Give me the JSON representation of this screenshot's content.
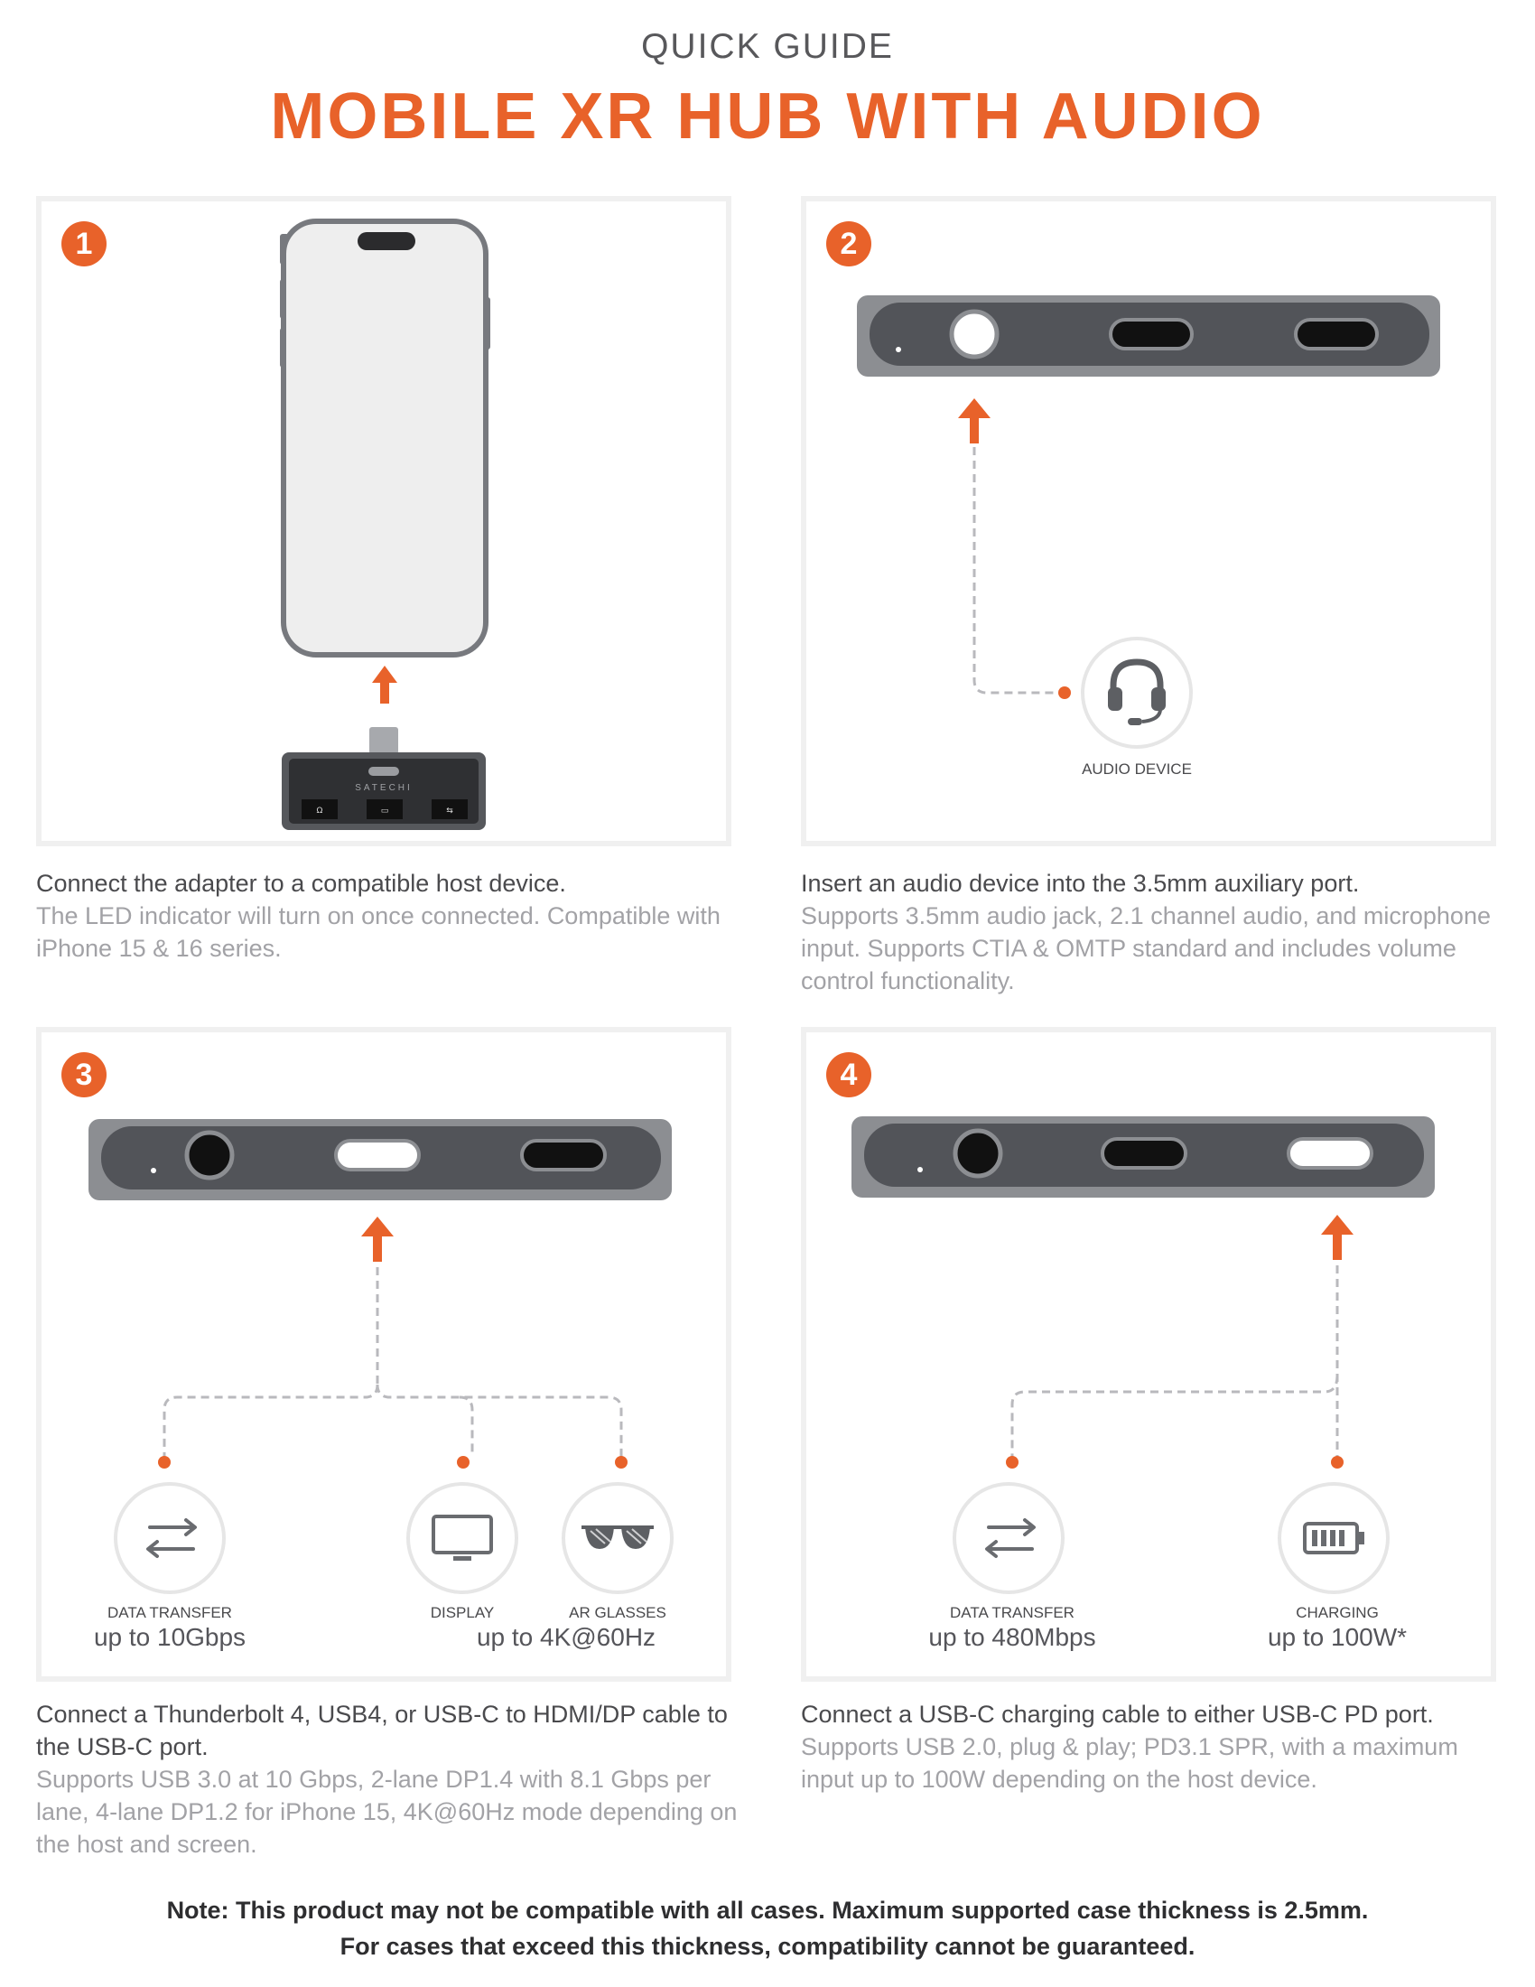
{
  "header": {
    "pretitle": "QUICK GUIDE",
    "title": "MOBILE XR HUB WITH AUDIO"
  },
  "colors": {
    "accent": "#e8622a",
    "hub_body": "#8c8e92",
    "hub_inner": "#525459",
    "panel_border": "#f0f0f0"
  },
  "steps": [
    {
      "number": "1",
      "lead": "Connect the adapter to a compatible host device.",
      "sub": "The LED indicator will turn on once connected. Compatible with iPhone 15 & 16 series.",
      "illustration": {
        "brand": "SATECHI",
        "port_marks": [
          "Ω",
          "▭",
          "⇆"
        ],
        "icons": [
          "phone-icon",
          "arrow-up-icon",
          "hub-icon"
        ]
      }
    },
    {
      "number": "2",
      "lead": "Insert an audio device into the 3.5mm auxiliary port.",
      "sub": "Supports 3.5mm audio jack, 2.1 channel audio, and microphone input. Supports CTIA & OMTP standard and includes volume control functionality.",
      "devices": [
        {
          "label": "AUDIO DEVICE",
          "icon": "headset-icon"
        }
      ]
    },
    {
      "number": "3",
      "lead": "Connect a Thunderbolt 4, USB4, or USB-C to HDMI/DP cable to the USB-C port.",
      "sub": "Supports USB 3.0 at 10 Gbps, 2-lane DP1.4 with 8.1 Gbps per lane, 4-lane DP1.2 for iPhone 15, 4K@60Hz mode depending on the host and screen.",
      "devices": [
        {
          "label": "DATA TRANSFER",
          "icon": "data-transfer-icon"
        },
        {
          "label": "DISPLAY",
          "icon": "monitor-icon"
        },
        {
          "label": "AR GLASSES",
          "icon": "glasses-icon"
        }
      ],
      "specs": [
        "up to 10Gbps",
        "up to 4K@60Hz"
      ]
    },
    {
      "number": "4",
      "lead": "Connect a USB-C charging cable to either USB-C PD port.",
      "sub": "Supports USB 2.0, plug & play; PD3.1 SPR, with a maximum input up to 100W depending on the host device.",
      "devices": [
        {
          "label": "DATA TRANSFER",
          "icon": "data-transfer-icon"
        },
        {
          "label": "CHARGING",
          "icon": "battery-icon"
        }
      ],
      "specs": [
        "up to 480Mbps",
        "up to 100W*"
      ]
    }
  ],
  "note": {
    "line1": "Note: This product may not be compatible with all cases. Maximum supported case thickness is 2.5mm.",
    "line2": "For cases that exceed this thickness, compatibility cannot be guaranteed."
  }
}
